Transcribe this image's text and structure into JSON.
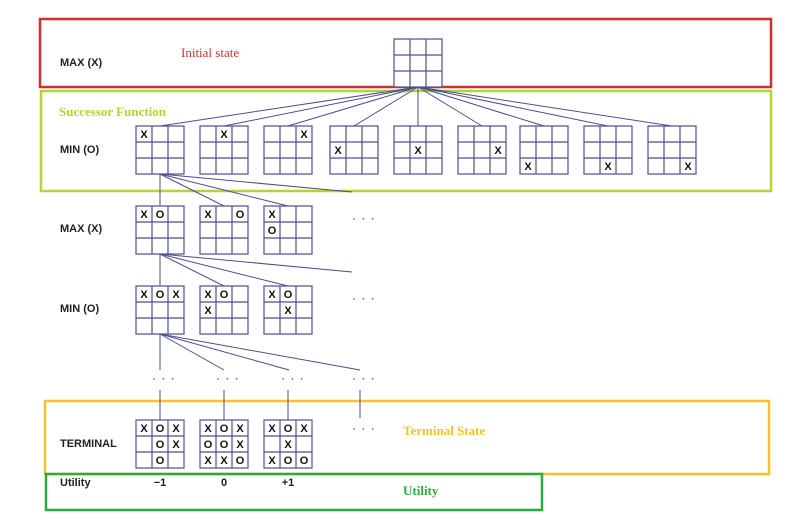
{
  "levels": {
    "max1": "MAX (X)",
    "min1": "MIN (O)",
    "max2": "MAX (X)",
    "min2": "MIN (O)",
    "terminal": "TERMINAL",
    "utility": "Utility"
  },
  "annotations": {
    "initial_state": "Initial state",
    "successor_function": "Successor Function",
    "terminal_state": "Terminal State",
    "utility": "Utility"
  },
  "colors": {
    "initial": "#d32f2f",
    "successor": "#b5d334",
    "terminal": "#f2c230",
    "utility": "#2eaa3c"
  },
  "ellipsis": "· · ·",
  "boards": {
    "root": [
      "",
      "",
      "",
      "",
      "",
      "",
      "",
      "",
      ""
    ],
    "level1": [
      [
        "X",
        "",
        "",
        "",
        "",
        "",
        "",
        "",
        ""
      ],
      [
        "",
        "X",
        "",
        "",
        "",
        "",
        "",
        "",
        ""
      ],
      [
        "",
        "",
        "X",
        "",
        "",
        "",
        "",
        "",
        ""
      ],
      [
        "",
        "",
        "",
        "X",
        "",
        "",
        "",
        "",
        ""
      ],
      [
        "",
        "",
        "",
        "",
        "X",
        "",
        "",
        "",
        ""
      ],
      [
        "",
        "",
        "",
        "",
        "",
        "X",
        "",
        "",
        ""
      ],
      [
        "",
        "",
        "",
        "",
        "",
        "",
        "X",
        "",
        ""
      ],
      [
        "",
        "",
        "",
        "",
        "",
        "",
        "",
        "X",
        ""
      ],
      [
        "",
        "",
        "",
        "",
        "",
        "",
        "",
        "",
        "X"
      ]
    ],
    "level2": [
      [
        "X",
        "O",
        "",
        "",
        "",
        "",
        "",
        "",
        ""
      ],
      [
        "X",
        "",
        "O",
        "",
        "",
        "",
        "",
        "",
        ""
      ],
      [
        "X",
        "",
        "",
        "O",
        "",
        "",
        "",
        "",
        ""
      ]
    ],
    "level3": [
      [
        "X",
        "O",
        "X",
        "",
        "",
        "",
        "",
        "",
        ""
      ],
      [
        "X",
        "O",
        "",
        "X",
        "",
        "",
        "",
        "",
        ""
      ],
      [
        "X",
        "O",
        "",
        "",
        "X",
        "",
        "",
        "",
        ""
      ]
    ],
    "terminal": [
      [
        "X",
        "O",
        "X",
        "",
        "O",
        "X",
        "",
        "O",
        ""
      ],
      [
        "X",
        "O",
        "X",
        "O",
        "O",
        "X",
        "X",
        "X",
        "O"
      ],
      [
        "X",
        "O",
        "X",
        "",
        "X",
        "",
        "X",
        "O",
        "O"
      ]
    ]
  },
  "utilities": [
    "−1",
    "0",
    "+1"
  ]
}
